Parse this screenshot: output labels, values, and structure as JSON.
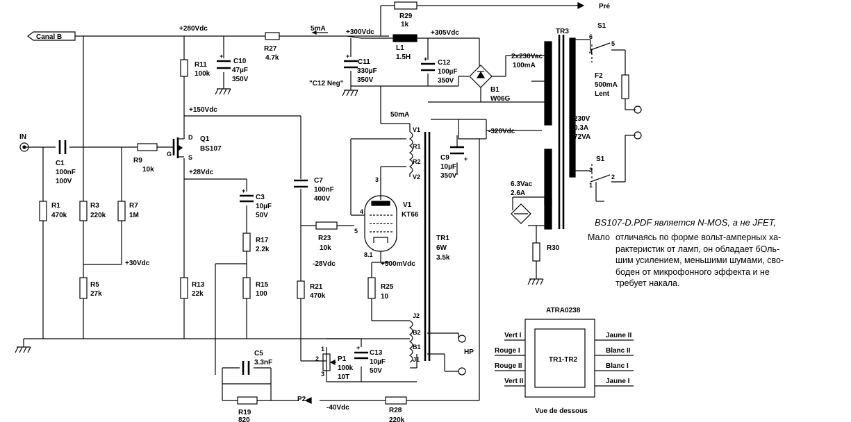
{
  "labels": {
    "canal_b": "Canal B",
    "v280": "+280Vdc",
    "v300": "+300Vdc",
    "v305": "+305Vdc",
    "v150": "+150Vdc",
    "v28": "+28Vdc",
    "v30": "+30Vdc",
    "vm28": "-28Vdc",
    "vm320": "-320Vdc",
    "vm40": "-40Vdc",
    "v500m": "+500mVdc",
    "i5ma": "5mA",
    "i50ma": "50mA",
    "pre": "Pré",
    "c12neg": "\"C12 Neg\"",
    "in": "IN",
    "hp": "HP",
    "p2": "P2",
    "tr3": "TR3",
    "s1_top": "S1",
    "s1_bot": "S1"
  },
  "components": {
    "r29": {
      "name": "R29",
      "value": "1k"
    },
    "r27": {
      "name": "R27",
      "value": "4.7k"
    },
    "r11": {
      "name": "R11",
      "value": "100k"
    },
    "c10": {
      "name": "C10",
      "value": "47µF",
      "volt": "350V"
    },
    "c11": {
      "name": "C11",
      "value": "330µF",
      "volt": "350V"
    },
    "l1": {
      "name": "L1",
      "value": "1.5H"
    },
    "c12": {
      "name": "C12",
      "value": "100µF",
      "volt": "350V"
    },
    "b1": {
      "name": "B1",
      "value": "W06G"
    },
    "tr3_sec": {
      "line1": "2x230Vac",
      "line2": "100mA"
    },
    "f2": {
      "name": "F2",
      "value": "500mA",
      "type": "Lent"
    },
    "tr3_pri": {
      "line1": "230V",
      "line2": "0.3A",
      "line3": "72VA"
    },
    "q1": {
      "name": "Q1",
      "value": "BS107"
    },
    "c1": {
      "name": "C1",
      "value": "100nF",
      "volt": "100V"
    },
    "r9": {
      "name": "R9",
      "value": "10k"
    },
    "r1": {
      "name": "R1",
      "value": "470k"
    },
    "r3": {
      "name": "R3",
      "value": "220k"
    },
    "r7": {
      "name": "R7",
      "value": "1M"
    },
    "r5": {
      "name": "R5",
      "value": "27k"
    },
    "c3": {
      "name": "C3",
      "value": "10µF",
      "volt": "50V"
    },
    "r17": {
      "name": "R17",
      "value": "2.2k"
    },
    "r13": {
      "name": "R13",
      "value": "22k"
    },
    "r15": {
      "name": "R15",
      "value": "100"
    },
    "c7": {
      "name": "C7",
      "value": "100nF",
      "volt": "400V"
    },
    "r23": {
      "name": "R23",
      "value": "10k"
    },
    "r21": {
      "name": "R21",
      "value": "470k"
    },
    "v1": {
      "name": "V1",
      "value": "KT66"
    },
    "c9": {
      "name": "C9",
      "value": "10µF",
      "volt": "350V"
    },
    "tr1": {
      "name": "TR1",
      "value": "6W",
      "imp": "3.5k"
    },
    "r25": {
      "name": "R25",
      "value": "10"
    },
    "fil": {
      "line1": "6.3Vac",
      "line2": "2.6A"
    },
    "r30": {
      "name": "R30"
    },
    "c5": {
      "name": "C5",
      "value": "3.3nF"
    },
    "p1": {
      "name": "P1",
      "value": "100k",
      "type": "10T"
    },
    "c13": {
      "name": "C13",
      "value": "10µF",
      "volt": "50V"
    },
    "r19": {
      "name": "R19",
      "value": "820"
    },
    "r28": {
      "name": "R28",
      "value": "220k"
    }
  },
  "pins": {
    "v1_top": "V1",
    "r1_pin": "R1",
    "r2_pin": "R2",
    "v2_pin": "V2",
    "j2": "J2",
    "b2": "B2",
    "b1p": "B1",
    "j1": "J1",
    "d": "D",
    "g": "G",
    "s": "S",
    "t3": "3",
    "t4": "4",
    "t5": "5",
    "t8": "8.1",
    "s1_6": "6",
    "s1_4": "4",
    "s1_5": "5",
    "s1_3": "3",
    "s1_1": "1",
    "s1_2": "2",
    "p1_1": "1",
    "p1_2": "2",
    "p1_3": "3"
  },
  "atra": {
    "title": "ATRA0238",
    "center": "TR1-TR2",
    "left": [
      "Vert I",
      "Rouge I",
      "Rouge II",
      "Vert II"
    ],
    "right": [
      "Jaune II",
      "Blanc II",
      "Blanc I",
      "Jaune I"
    ],
    "caption": "Vue de dessous"
  },
  "note": {
    "title": "BS107-D.PDF является N-MOS, а не  JFET,",
    "lead": "Мало",
    "line1": "отличаясь по форме вольт-амперных ха-",
    "line2": "рактеристик от ламп, он обладает бОль-",
    "line3": "шим усилением, меньшими шумами, сво-",
    "line4": "боден от микрофонного эффекта и не",
    "line5": "требует накала."
  }
}
